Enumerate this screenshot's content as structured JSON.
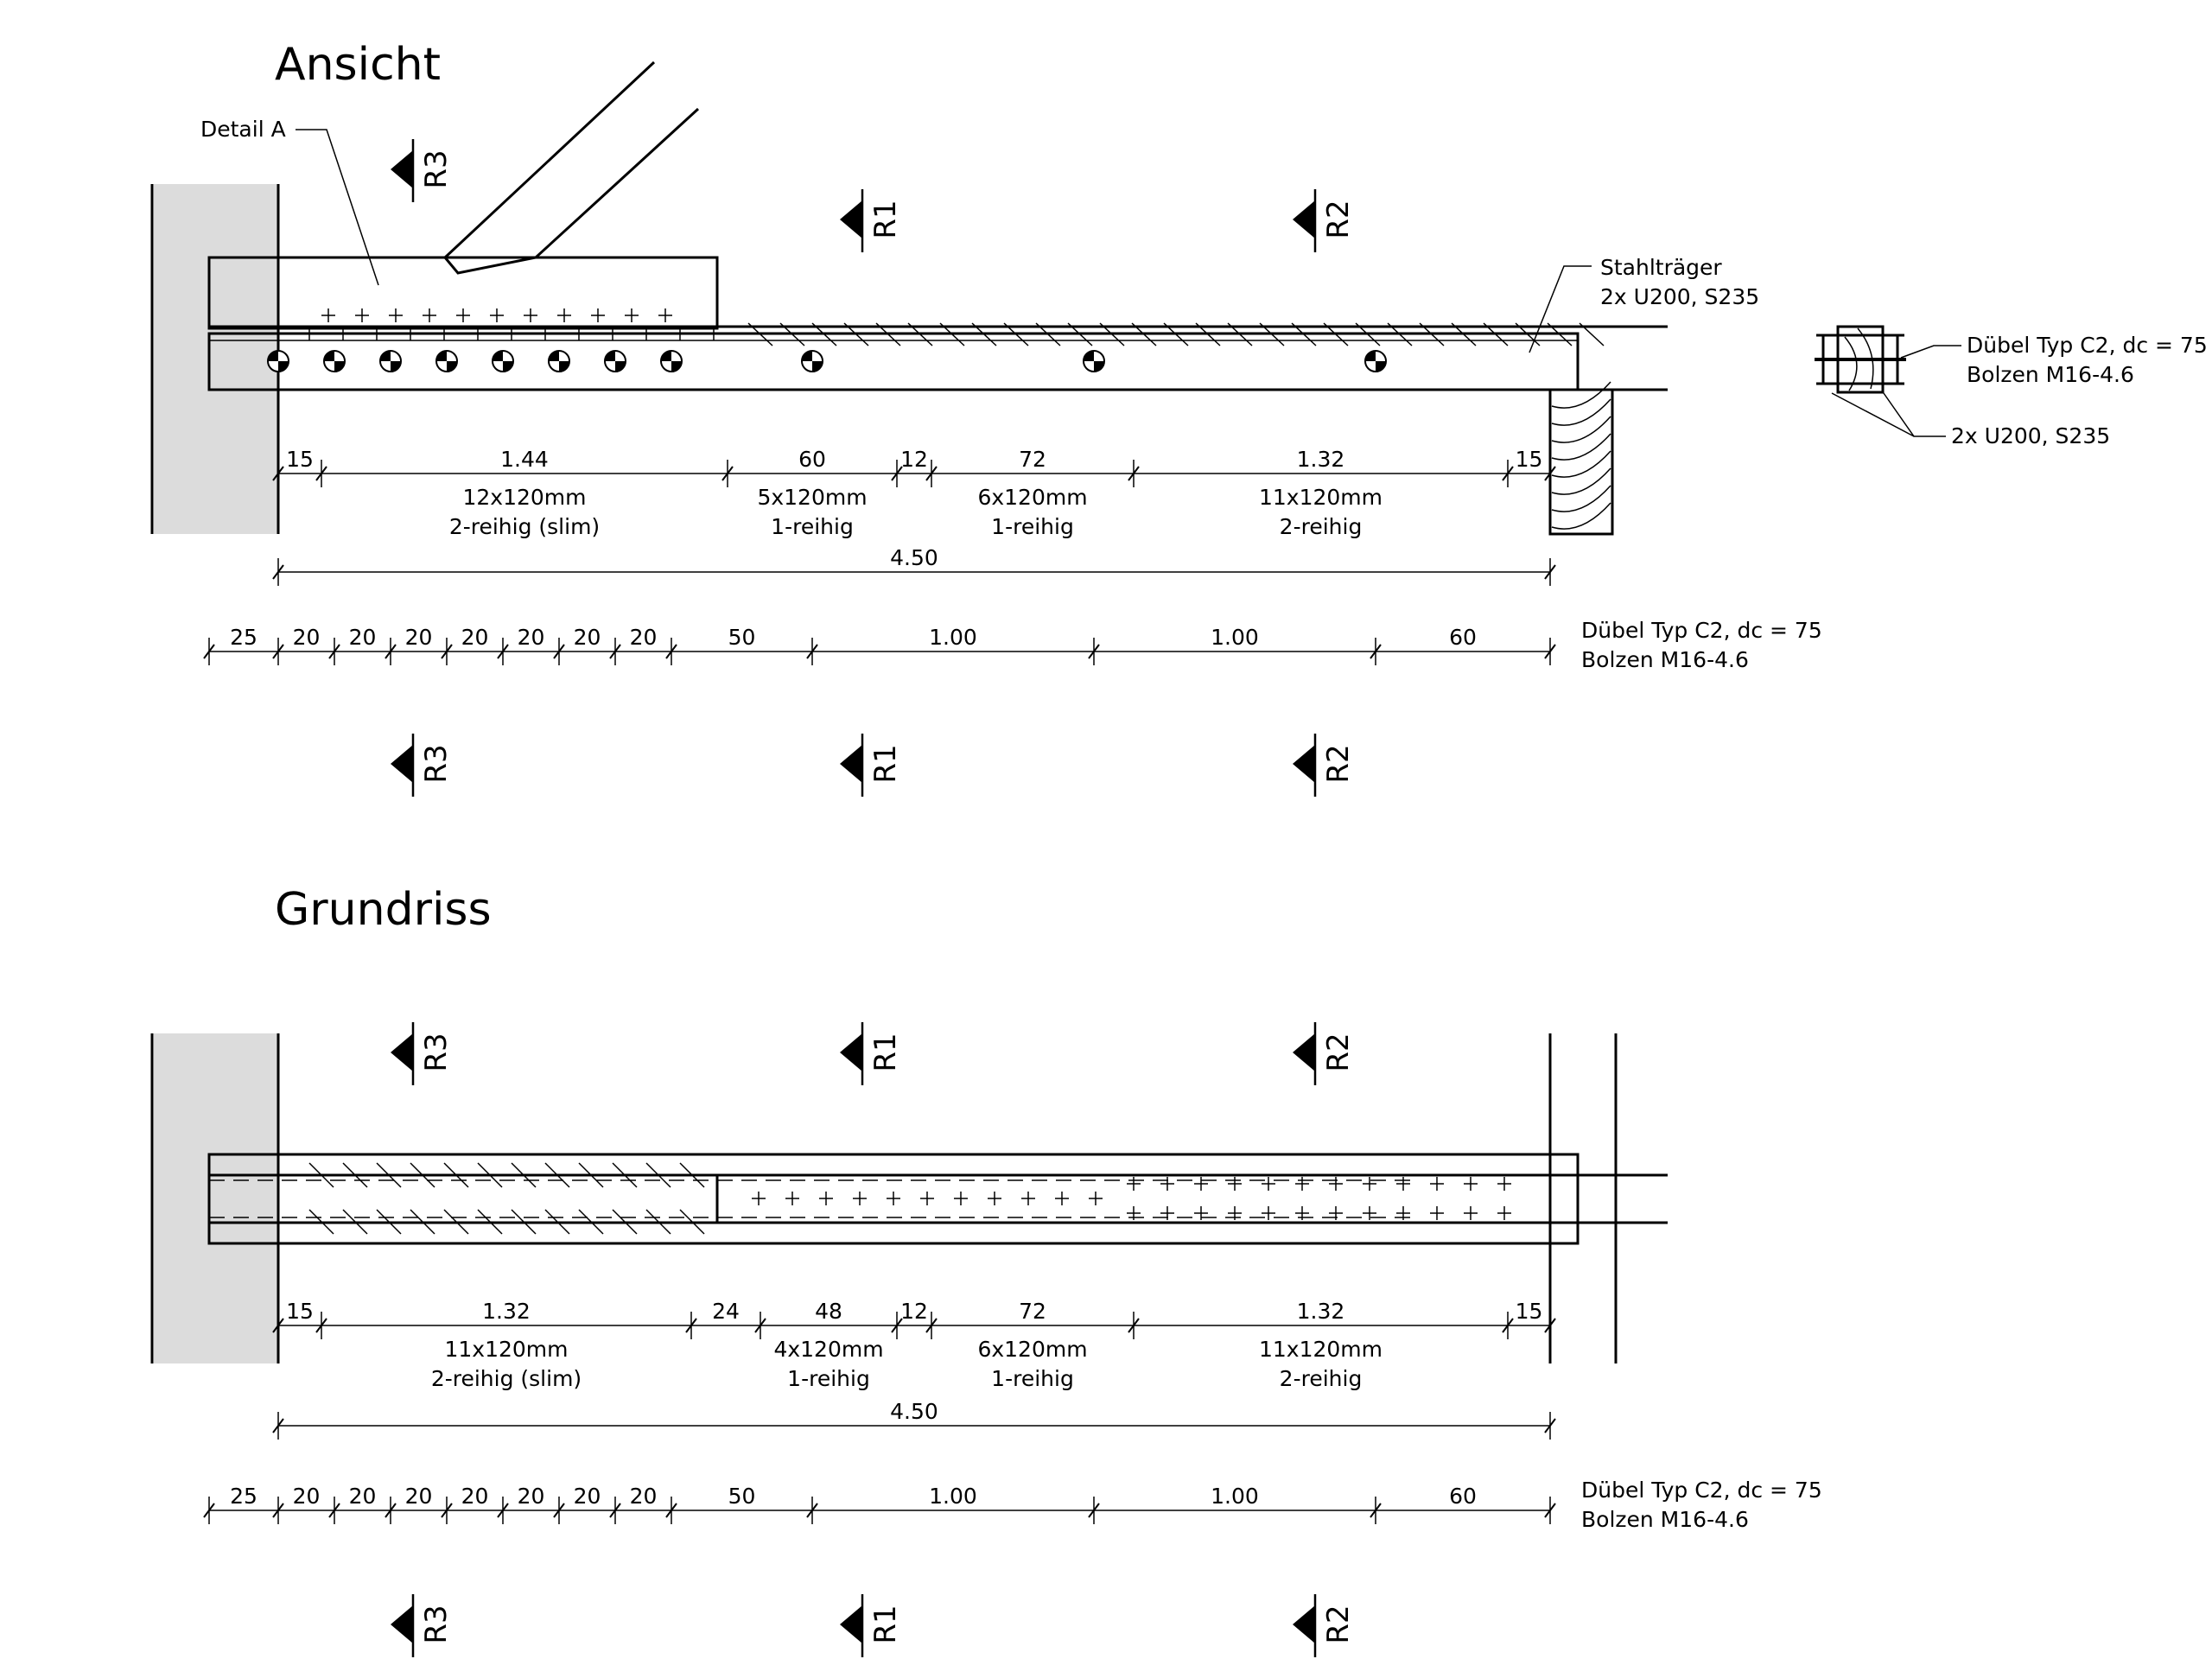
{
  "views": {
    "elevation_title": "Ansicht",
    "plan_title": "Grundriss"
  },
  "labels": {
    "detail": "Detail A",
    "beam_line1": "Stahlträger",
    "beam_line2": "2x U200, S235",
    "cross_dowel1": "Dübel Typ C2, dc = 75",
    "cross_dowel2": "Bolzen M16-4.6",
    "cross_profile": "2x U200, S235",
    "dowel_line1": "Dübel Typ C2, dc = 75",
    "dowel_line2": "Bolzen M16-4.6"
  },
  "section_markers": [
    "R3",
    "R1",
    "R2"
  ],
  "elevation_dims": {
    "row1": [
      {
        "text": "15"
      },
      {
        "text": "1.44",
        "sub1": "12x120mm",
        "sub2": "2-reihig (slim)"
      },
      {
        "text": "60",
        "sub1": "5x120mm",
        "sub2": "1-reihig"
      },
      {
        "text": "12"
      },
      {
        "text": "72",
        "sub1": "6x120mm",
        "sub2": "1-reihig"
      },
      {
        "text": "1.32",
        "sub1": "11x120mm",
        "sub2": "2-reihig"
      },
      {
        "text": "15"
      }
    ],
    "total": "4.50",
    "row3": [
      "25",
      "20",
      "20",
      "20",
      "20",
      "20",
      "20",
      "20",
      "50",
      "1.00",
      "1.00",
      "60"
    ]
  },
  "plan_dims": {
    "row1": [
      {
        "text": "15"
      },
      {
        "text": "1.32",
        "sub1": "11x120mm",
        "sub2": "2-reihig (slim)"
      },
      {
        "text": "24"
      },
      {
        "text": "48",
        "sub1": "4x120mm",
        "sub2": "1-reihig"
      },
      {
        "text": "12"
      },
      {
        "text": "72",
        "sub1": "6x120mm",
        "sub2": "1-reihig"
      },
      {
        "text": "1.32",
        "sub1": "11x120mm",
        "sub2": "2-reihig"
      },
      {
        "text": "15"
      }
    ],
    "total": "4.50",
    "row3": [
      "25",
      "20",
      "20",
      "20",
      "20",
      "20",
      "20",
      "20",
      "50",
      "1.00",
      "1.00",
      "60"
    ]
  },
  "colors": {
    "wall": "#dcdcdc",
    "line": "#000000"
  }
}
